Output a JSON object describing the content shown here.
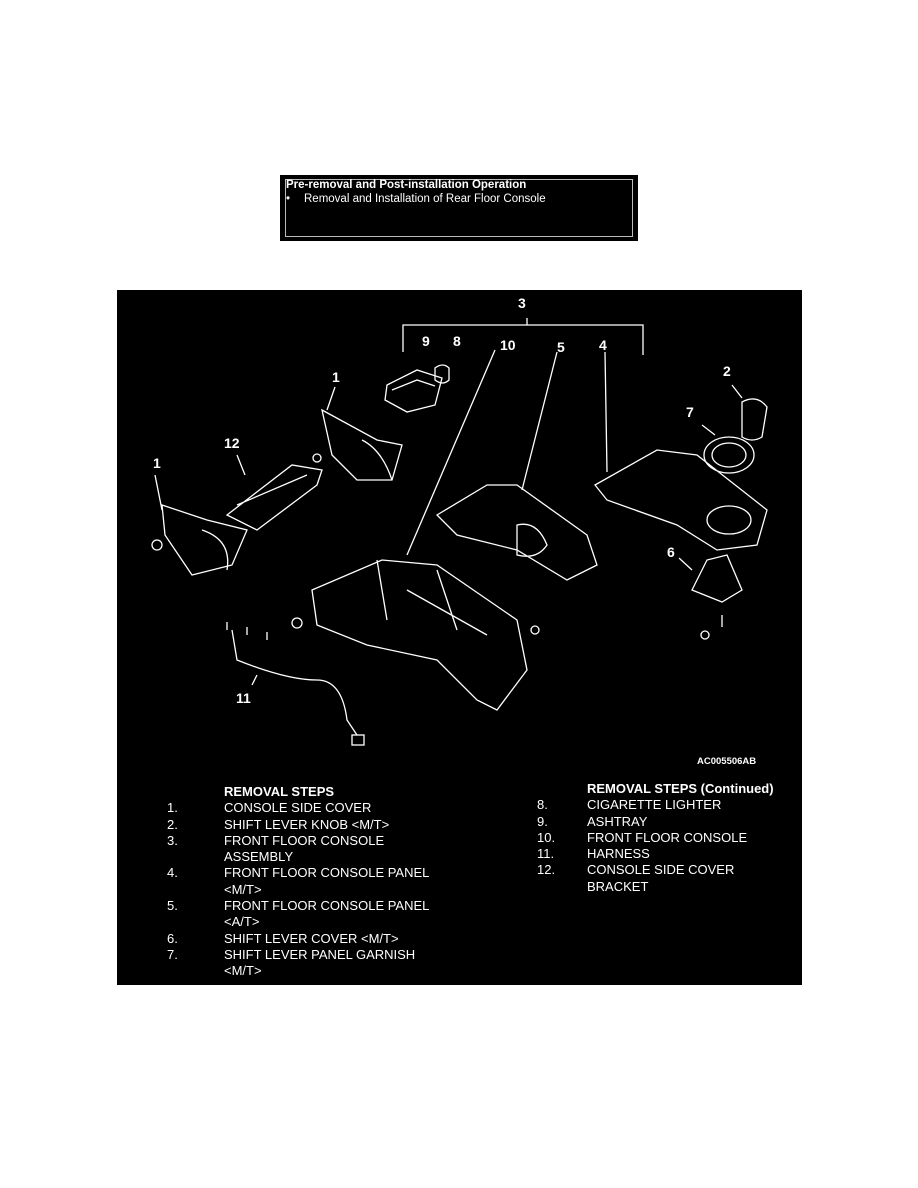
{
  "pre_box": {
    "title": "Pre-removal and Post-installation Operation",
    "bullet": "•",
    "items": [
      "Removal and Installation of Rear Floor Console"
    ]
  },
  "diagram": {
    "callouts": [
      "1",
      "1",
      "2",
      "3",
      "4",
      "5",
      "6",
      "7",
      "8",
      "9",
      "10",
      "11",
      "12"
    ],
    "figure_code": "AC005506AB"
  },
  "steps_left": {
    "heading": "REMOVAL STEPS",
    "items": [
      {
        "n": "1.",
        "t": "CONSOLE SIDE COVER"
      },
      {
        "n": "2.",
        "t": "SHIFT LEVER KNOB <M/T>"
      },
      {
        "n": "3.",
        "t": "FRONT FLOOR CONSOLE ASSEMBLY"
      },
      {
        "n": "4.",
        "t": "FRONT FLOOR CONSOLE PANEL <M/T>"
      },
      {
        "n": "5.",
        "t": "FRONT FLOOR CONSOLE PANEL <A/T>"
      },
      {
        "n": "6.",
        "t": "SHIFT LEVER COVER <M/T>"
      },
      {
        "n": "7.",
        "t": "SHIFT LEVER PANEL GARNISH <M/T>"
      }
    ]
  },
  "steps_right": {
    "heading": "REMOVAL STEPS (Continued)",
    "items": [
      {
        "n": "8.",
        "t": "CIGARETTE LIGHTER"
      },
      {
        "n": "9.",
        "t": "ASHTRAY"
      },
      {
        "n": "10.",
        "t": "FRONT FLOOR CONSOLE"
      },
      {
        "n": "11.",
        "t": "HARNESS"
      },
      {
        "n": "12.",
        "t": "CONSOLE SIDE COVER BRACKET"
      }
    ]
  }
}
